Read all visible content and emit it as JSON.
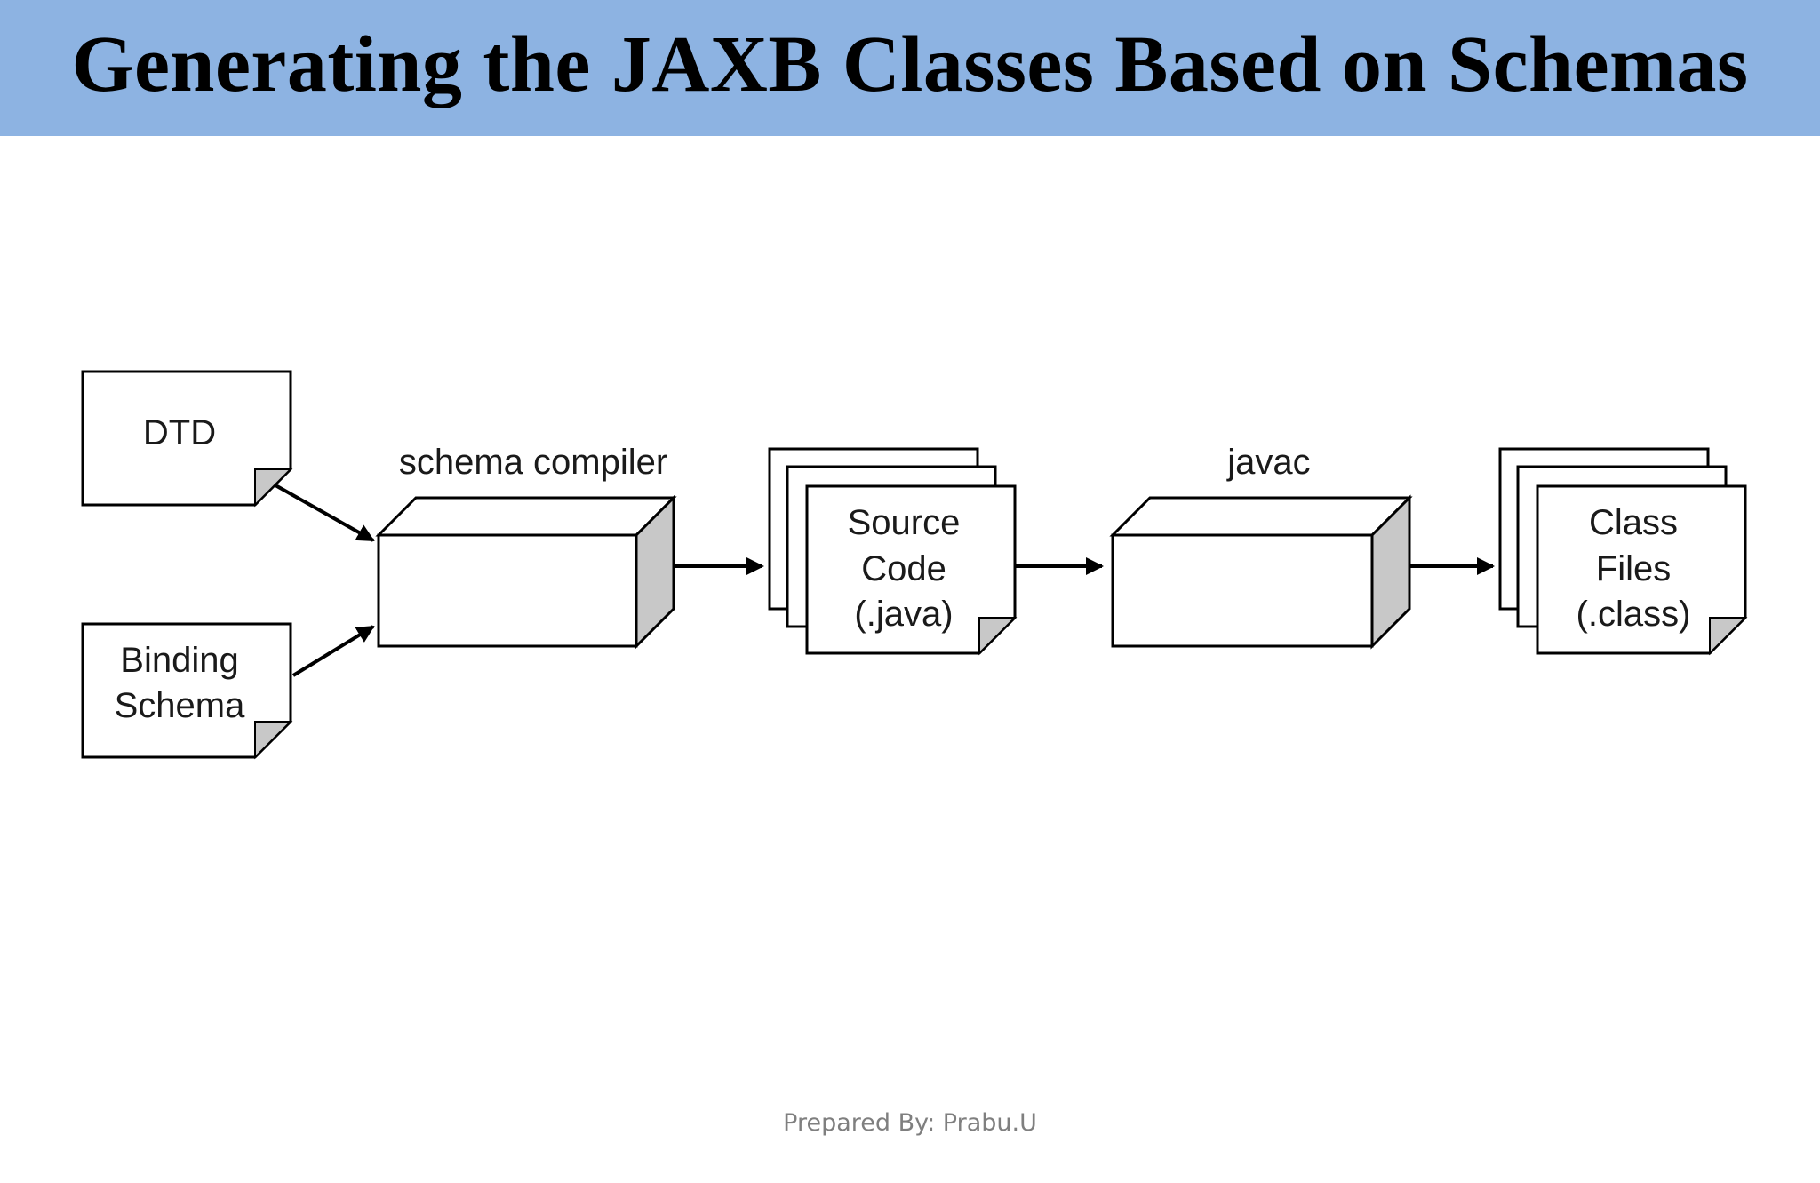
{
  "slide": {
    "title": "Generating the JAXB Classes Based on Schemas",
    "footer": "Prepared By: Prabu.U"
  },
  "diagram": {
    "inputs": {
      "dtd": "DTD",
      "binding_line1": "Binding",
      "binding_line2": "Schema"
    },
    "schema_compiler_label": "schema compiler",
    "source_code": {
      "line1": "Source",
      "line2": "Code",
      "line3": "(.java)"
    },
    "javac_label": "javac",
    "class_files": {
      "line1": "Class",
      "line2": "Files",
      "line3": "(.class)"
    }
  },
  "colors": {
    "title_bar": "#8db3e2",
    "box_side": "#c8c8c8",
    "footer_text": "#7f7f7f"
  }
}
